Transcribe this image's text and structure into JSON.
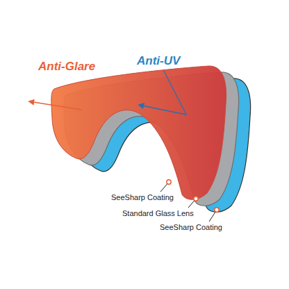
{
  "diagram": {
    "labels": [
      "Anti-Glare",
      "Anti-UV",
      "SeeSharp Coating",
      "Standard Glass Lens",
      "SeeSharp Coating"
    ]
  }
}
